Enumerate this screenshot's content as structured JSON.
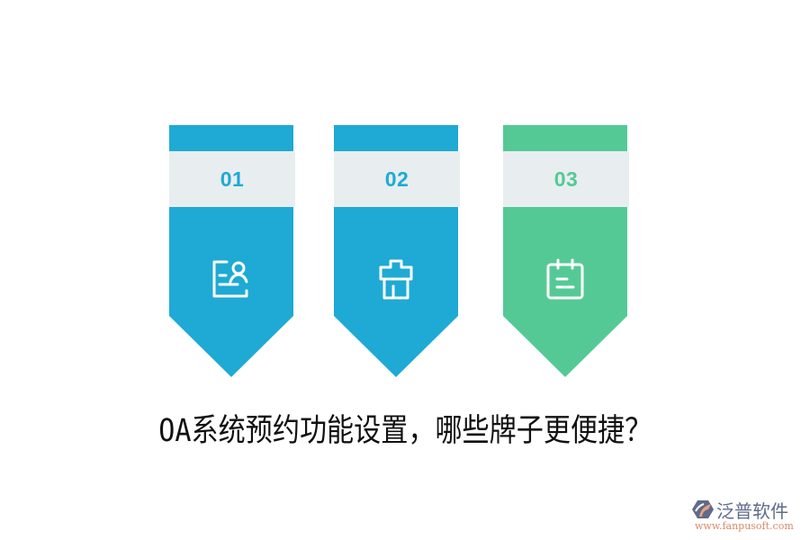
{
  "colors": {
    "blue": "#1eaad4",
    "green": "#55c995",
    "band": "#e8eef0",
    "icon_stroke": "#ffffff"
  },
  "banners": [
    {
      "number": "01",
      "color": "#1eaad4",
      "icon": "contact-card-icon"
    },
    {
      "number": "02",
      "color": "#1eaad4",
      "icon": "shop-box-icon"
    },
    {
      "number": "03",
      "color": "#55c995",
      "icon": "calendar-note-icon"
    }
  ],
  "title": "OA系统预约功能设置，哪些牌子更便捷？",
  "logo": {
    "brand": "泛普软件",
    "url": "www.fanpusoft.com"
  }
}
